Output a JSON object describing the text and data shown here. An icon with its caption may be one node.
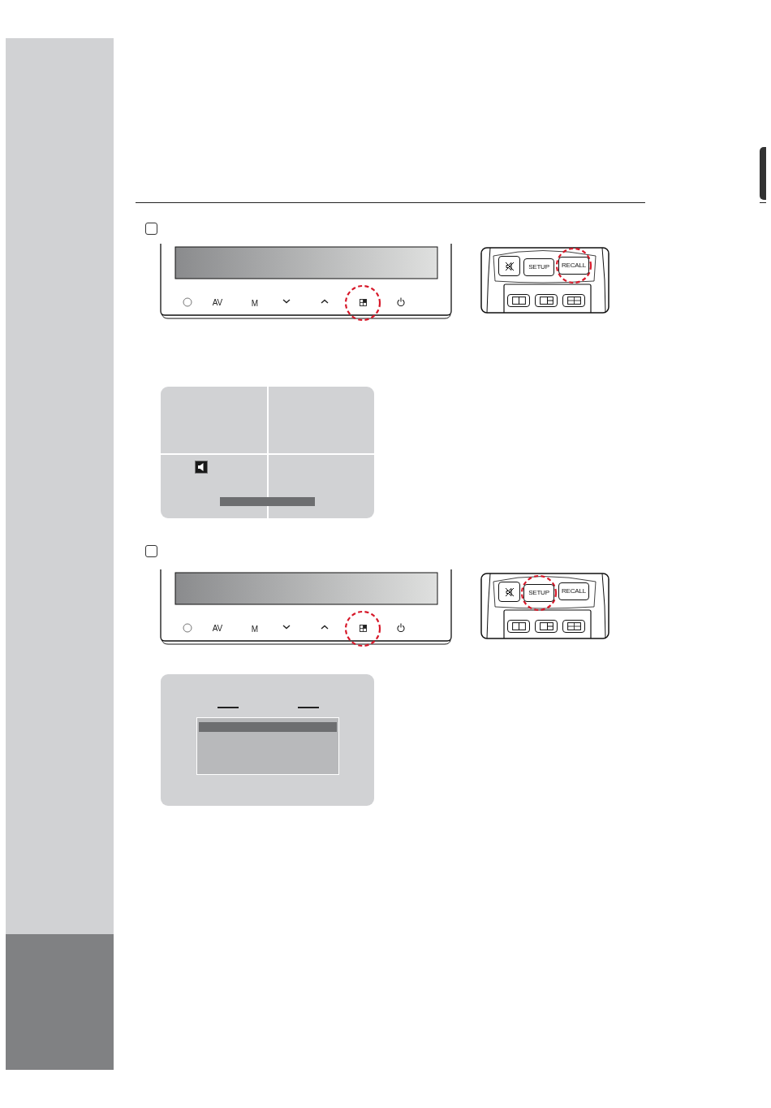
{
  "diagram": {
    "labels": [
      "AV",
      "M",
      "SETUP",
      "RECALL",
      "AV",
      "M",
      "SETUP",
      "RECALL"
    ]
  }
}
